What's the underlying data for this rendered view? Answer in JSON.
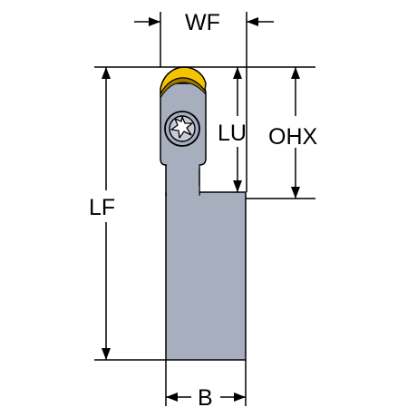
{
  "labels": {
    "wf": "WF",
    "lu": "LU",
    "ohx": "OHX",
    "lf": "LF",
    "b": "B"
  },
  "colors": {
    "body": "#a7aebd",
    "body_stroke": "#000000",
    "insert": "#f5c400",
    "insert_shadow": "#a07a00",
    "screw_head": "#c7cdd8",
    "dimension_lines": "#000000",
    "background": "#ffffff"
  },
  "icons": {
    "screw": "torx-screw-icon",
    "insert": "round-insert-icon"
  }
}
